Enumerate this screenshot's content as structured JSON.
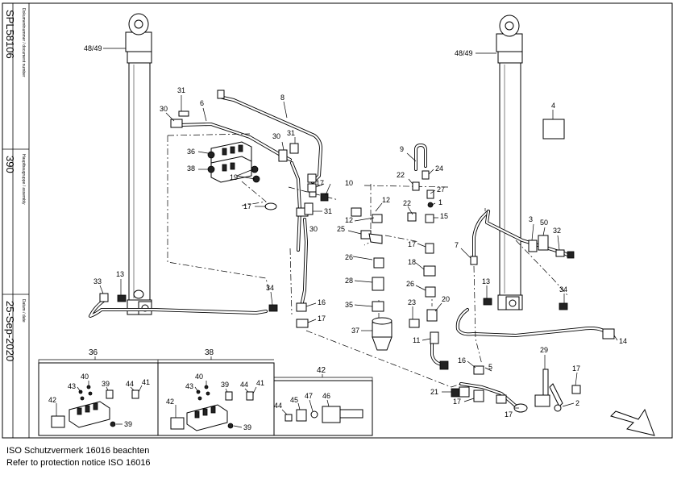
{
  "side_strip": {
    "doc_label": "Dokumentnummer / document number",
    "doc_value": "SPL58106",
    "group_label": "Hauptbaugruppe / assembly",
    "group_value": "390",
    "date_label": "Datum / date",
    "date_value": "25-Sep-2020"
  },
  "notice": {
    "line_de": "ISO Schutzvermerk 16016 beachten",
    "line_en": "Refer to protection notice ISO 16016"
  },
  "inset_boxes": [
    {
      "title": "36"
    },
    {
      "title": "38"
    },
    {
      "title": "42"
    }
  ],
  "callouts": {
    "c48a": "48/49",
    "c48b": "48/49",
    "c31a": "31",
    "c30a": "30",
    "c6": "6",
    "c8": "8",
    "c30b": "30",
    "c31b": "31",
    "c4": "4",
    "c36": "36",
    "c38": "38",
    "c19": "19",
    "c17a": "17",
    "c17b": "17",
    "c10": "10",
    "c9": "9",
    "c24": "24",
    "c22a": "22",
    "c27": "27",
    "c12a": "12",
    "c22b": "22",
    "c1": "1",
    "c15": "15",
    "c31c": "31",
    "c30c": "30",
    "c12b": "12",
    "c25": "25",
    "c17c": "17",
    "c3": "3",
    "c50": "50",
    "c32": "32",
    "c7": "7",
    "c26a": "26",
    "c18": "18",
    "c13a": "13",
    "c33": "33",
    "c34a": "34",
    "c28": "28",
    "c26b": "26",
    "c13b": "13",
    "c34b": "34",
    "c16a": "16",
    "c17d": "17",
    "c35": "35",
    "c23": "23",
    "c20": "20",
    "c37": "37",
    "c11": "11",
    "c14": "14",
    "c29": "29",
    "c16b": "16",
    "c5": "5",
    "c21": "21",
    "c17e": "17",
    "c17f": "17",
    "c2": "2",
    "c17g": "17",
    "i36_40": "40",
    "i36_43": "43",
    "i36_39a": "39",
    "i36_44": "44",
    "i36_41": "41",
    "i36_42": "42",
    "i36_39b": "39",
    "i38_40": "40",
    "i38_43": "43",
    "i38_39a": "39",
    "i38_44": "44",
    "i38_41": "41",
    "i38_42": "42",
    "i38_39b": "39",
    "i42_44": "44",
    "i42_45": "45",
    "i42_47": "47",
    "i42_46": "46"
  }
}
